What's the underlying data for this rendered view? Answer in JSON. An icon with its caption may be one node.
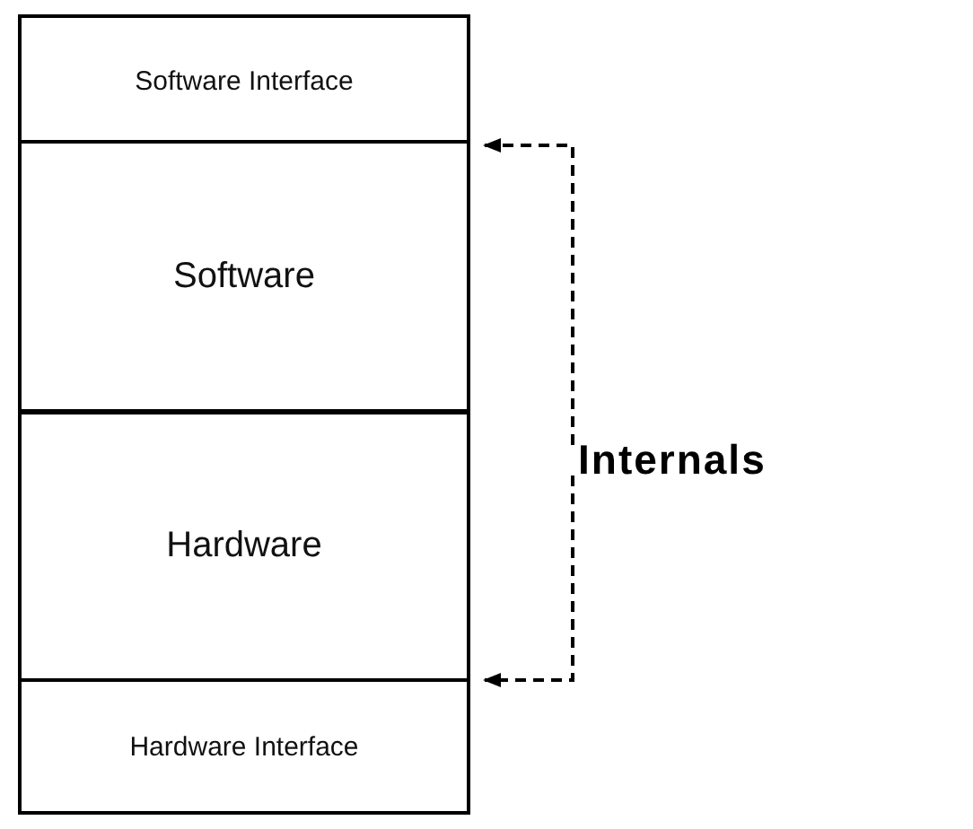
{
  "diagram": {
    "nodes": [
      {
        "text": [
          "Software Interface"
        ]
      },
      {
        "text": [
          "Software"
        ]
      },
      {
        "text": [
          "Hardware"
        ]
      },
      {
        "text": [
          "Hardware Interface"
        ]
      },
      {
        "text": [
          "Internals"
        ]
      }
    ],
    "edges": [
      {
        "from": 4,
        "to": 0,
        "arrow": "to",
        "style": "dashed"
      },
      {
        "from": 4,
        "to": 3,
        "arrow": "to",
        "style": "dashed"
      }
    ]
  }
}
